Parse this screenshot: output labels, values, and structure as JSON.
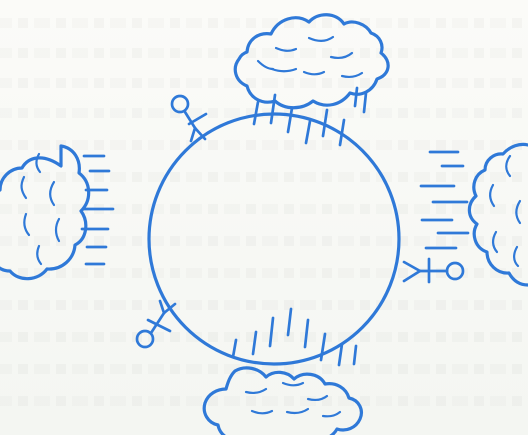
{
  "diagram": {
    "ink_color": "#2f79d8",
    "background_color": "#f7f8f4",
    "elements": [
      "weather-cycle-diagram",
      "central-circle",
      "top-cloud-icon",
      "left-cloud-icon",
      "right-cloud-icon",
      "bottom-cloud-icon",
      "rain-lines",
      "person-figure-icons"
    ]
  }
}
